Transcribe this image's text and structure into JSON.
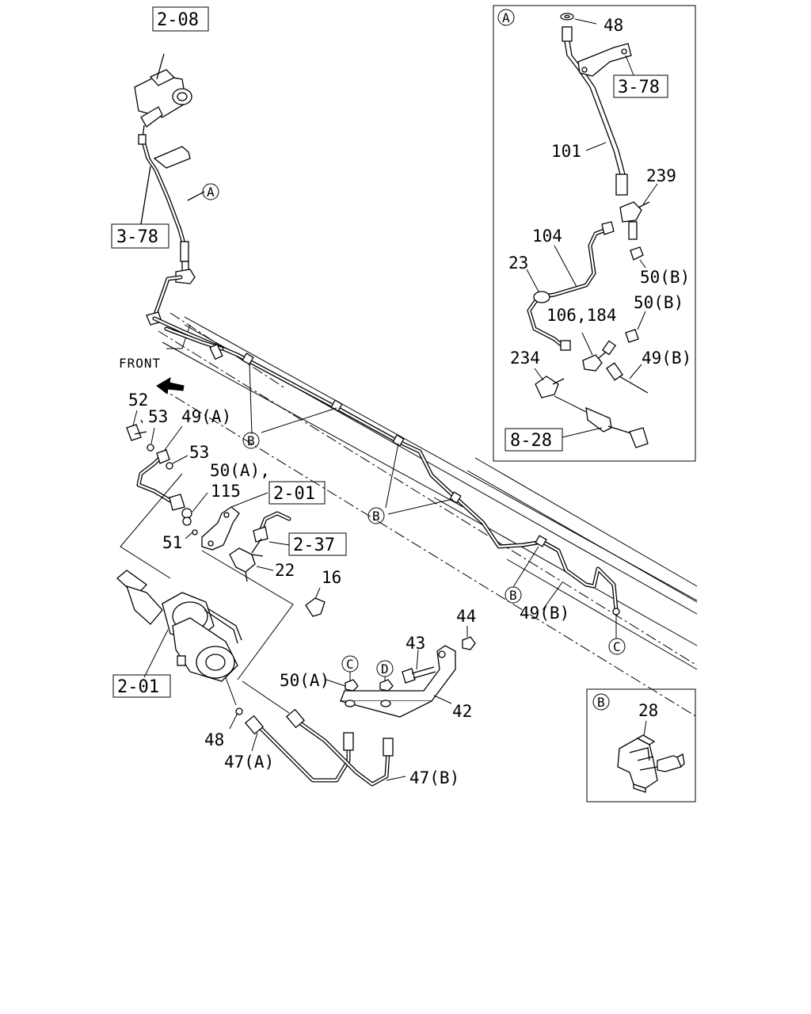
{
  "diagram": {
    "front_label": "FRONT",
    "box_refs": {
      "ref_2_08": "2-08",
      "ref_3_78_main": "3-78",
      "ref_2_01_upper": "2-01",
      "ref_2_37": "2-37",
      "ref_2_01_lower": "2-01",
      "ref_3_78_detail": "3-78",
      "ref_8_28": "8-28"
    },
    "callouts": {
      "A_main": "A",
      "B1": "B",
      "B2": "B",
      "B3": "B",
      "C_end": "C",
      "C_nut": "C",
      "D_nut": "D",
      "A_detail": "A",
      "B_detail": "B"
    },
    "part_labels": {
      "p52": "52",
      "p53a": "53",
      "p49a": "49(A)",
      "p53b": "53",
      "p50a115_line1": "50(A),",
      "p50a115_line2": "115",
      "p51": "51",
      "p22": "22",
      "p16": "16",
      "p44": "44",
      "p43": "43",
      "p50a": "50(A)",
      "p42": "42",
      "p48": "48",
      "p47a": "47(A)",
      "p47b": "47(B)",
      "p49b": "49(B)"
    },
    "detail_a_labels": {
      "p48": "48",
      "p101": "101",
      "p239": "239",
      "p104": "104",
      "p23": "23",
      "p50b_1": "50(B)",
      "p50b_2": "50(B)",
      "p106_184": "106,184",
      "p49b": "49(B)",
      "p234": "234"
    },
    "detail_b_labels": {
      "p28": "28"
    }
  }
}
